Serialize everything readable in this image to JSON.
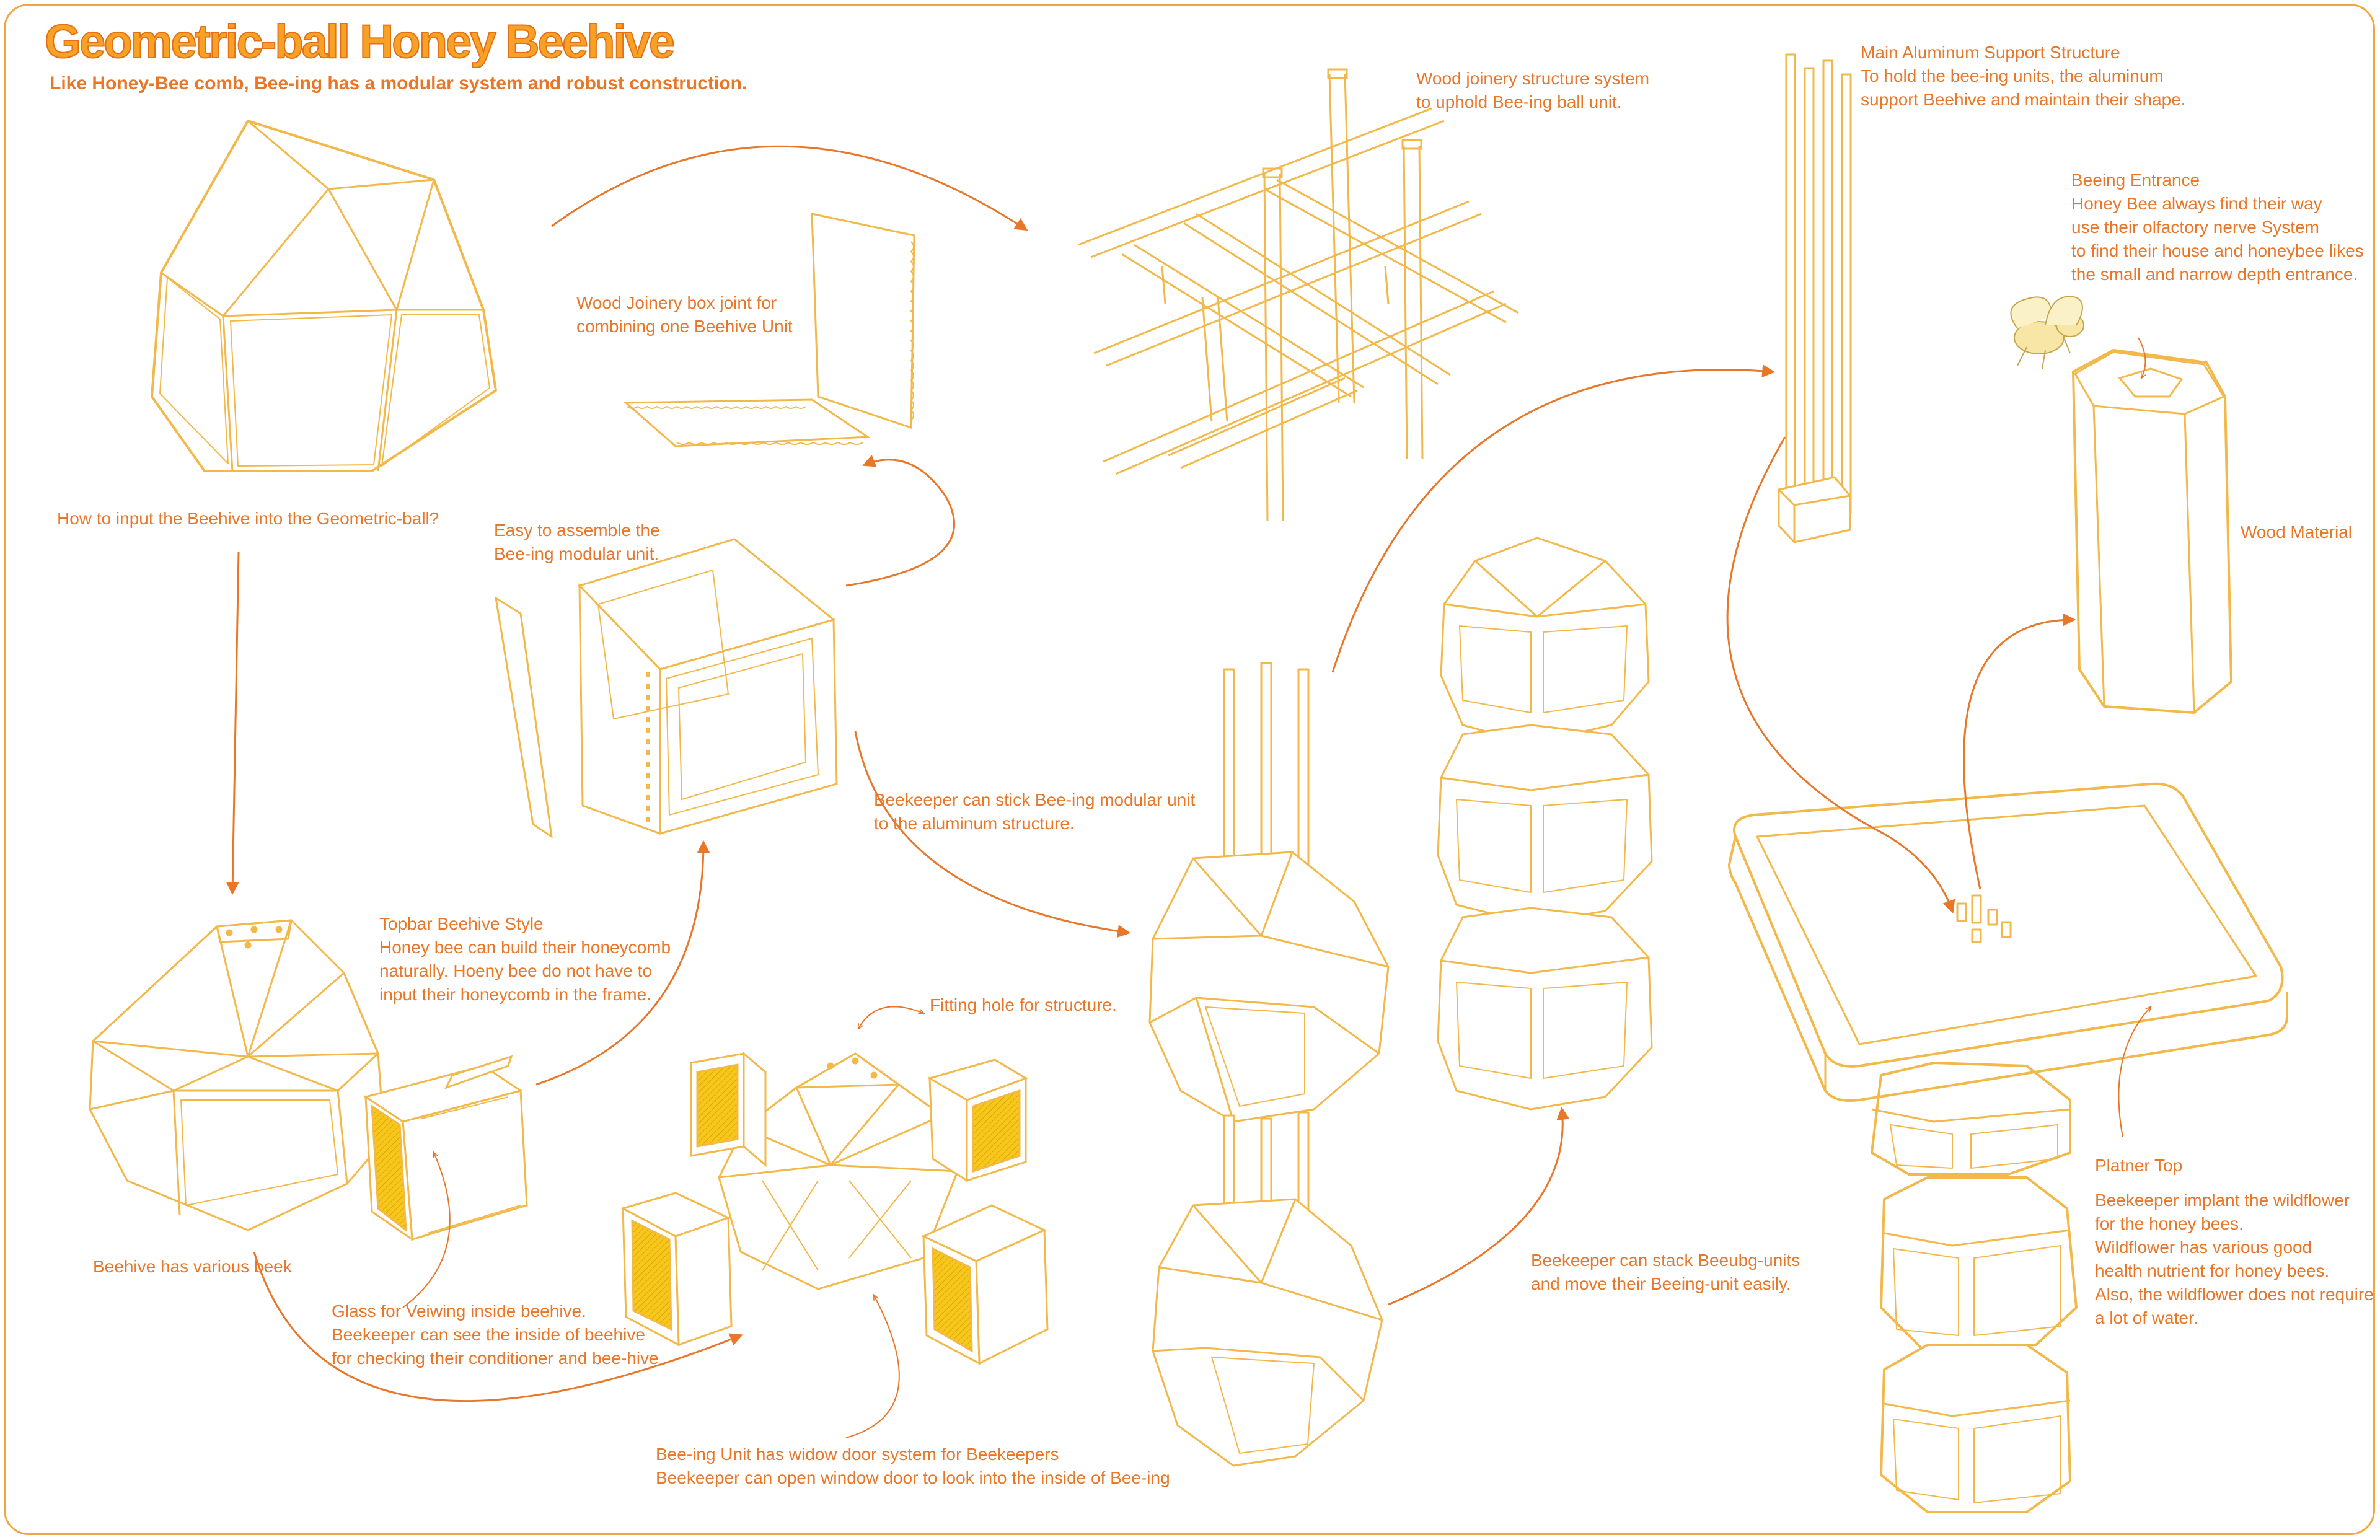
{
  "title": "Geometric-ball Honey Beehive",
  "subtitle": "Like Honey-Bee comb, Bee-ing has a modular system and robust construction.",
  "colors": {
    "accent": "#e8772a",
    "title": "#f7a226",
    "line": "#f2b84a",
    "glass": "#f3c21a"
  },
  "labels": {
    "how_to_input": "How to input the Beehive into the Geometric-ball?",
    "various_beek": "Beehive has various beek",
    "wood_box_joint": "Wood Joinery box joint for\ncombining one Beehive Unit",
    "easy_assemble": "Easy to assemble the\nBee-ing modular unit.",
    "topbar_style": "Topbar Beehive Style\nHoney bee can build their honeycomb\nnaturally. Hoeny bee do not have to\ninput their honeycomb in the frame.",
    "glass_viewing": "Glass for Veiwing inside beehive.\nBeekeeper can see the inside of beehive\nfor checking their conditioner and bee-hive",
    "fitting_hole": "Fitting hole for structure.",
    "window_door": "Bee-ing Unit has widow door system for Beekeepers\nBeekeeper can open window door to look into the inside of Bee-ing",
    "wood_joinery_structure": "Wood joinery structure system\nto uphold Bee-ing ball unit.",
    "stick_modular": "Beekeeper can stick Bee-ing modular unit\nto the aluminum structure.",
    "stack_units": "Beekeeper can stack Beeubg-units\nand move their Beeing-unit easily.",
    "main_aluminum": "Main Aluminum Support Structure\nTo hold the bee-ing units, the aluminum\nsupport Beehive and maintain their shape.",
    "beeing_entrance": "Beeing Entrance\nHoney Bee always find their way\nuse their olfactory nerve System\nto find their house and honeybee likes\nthe small and narrow depth entrance.",
    "wood_material": "Wood Material",
    "planter_top": "Platner Top",
    "planter_desc": "Beekeeper implant the wildflower\nfor the honey bees.\nWildflower has various good\nhealth nutrient for honey bees.\nAlso, the wildflower does not require\na lot of water."
  }
}
